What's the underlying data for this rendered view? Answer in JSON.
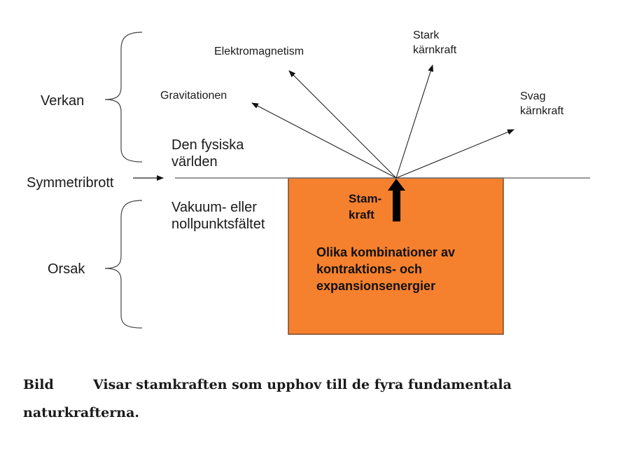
{
  "diagram": {
    "left_labels": {
      "effect": "Verkan",
      "symmetry_break": "Symmetribrott",
      "cause": "Orsak"
    },
    "regions": {
      "physical_world": [
        "Den fysiska",
        "världen"
      ],
      "vacuum_field": [
        "Vakuum- eller",
        "nollpunktsfältet"
      ]
    },
    "forces": [
      {
        "name": "gravitation",
        "lines": [
          "Gravitationen"
        ]
      },
      {
        "name": "electromagnetism",
        "lines": [
          "Elektromagnetism"
        ]
      },
      {
        "name": "strong-nuclear",
        "lines": [
          "Stark",
          "kärnkraft"
        ]
      },
      {
        "name": "weak-nuclear",
        "lines": [
          "Svag",
          "kärnkraft"
        ]
      }
    ],
    "box": {
      "stem_force": [
        "Stam-",
        "kraft"
      ],
      "description": [
        "Olika kombinationer av",
        "kontraktions- och",
        "expansionsenergier"
      ],
      "fill_color": "#f5802e",
      "border_color": "#7a4a28"
    },
    "line_color": "#333333"
  },
  "caption": {
    "tag": "Bild",
    "line1": "Visar stamkraften som upphov till de fyra fundamentala",
    "line2": "naturkrafterna."
  }
}
